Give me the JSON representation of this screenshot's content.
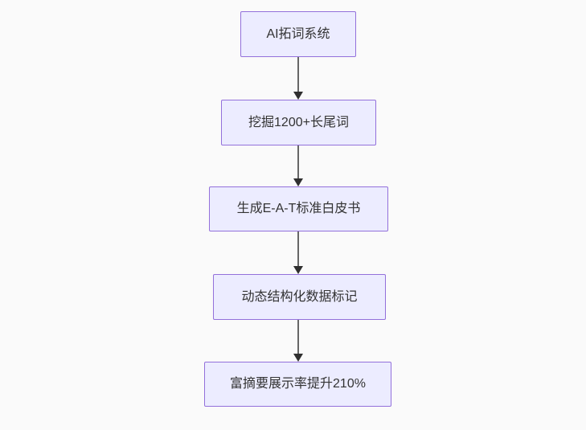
{
  "diagram": {
    "type": "flowchart",
    "direction": "top-down",
    "nodes": [
      {
        "label": "AI拓词系统"
      },
      {
        "label": "挖掘1200+长尾词"
      },
      {
        "label": "生成E-A-T标准白皮书"
      },
      {
        "label": "动态结构化数据标记"
      },
      {
        "label": "富摘要展示率提升210%"
      }
    ],
    "edges": [
      {
        "from": 0,
        "to": 1
      },
      {
        "from": 1,
        "to": 2
      },
      {
        "from": 2,
        "to": 3
      },
      {
        "from": 3,
        "to": 4
      }
    ],
    "colors": {
      "background": "#fafafa",
      "node_fill": "#ECECFF",
      "node_border": "#9370DB",
      "node_text": "#333333",
      "arrow_line": "#666666",
      "arrow_head": "#2f2f2f"
    }
  }
}
